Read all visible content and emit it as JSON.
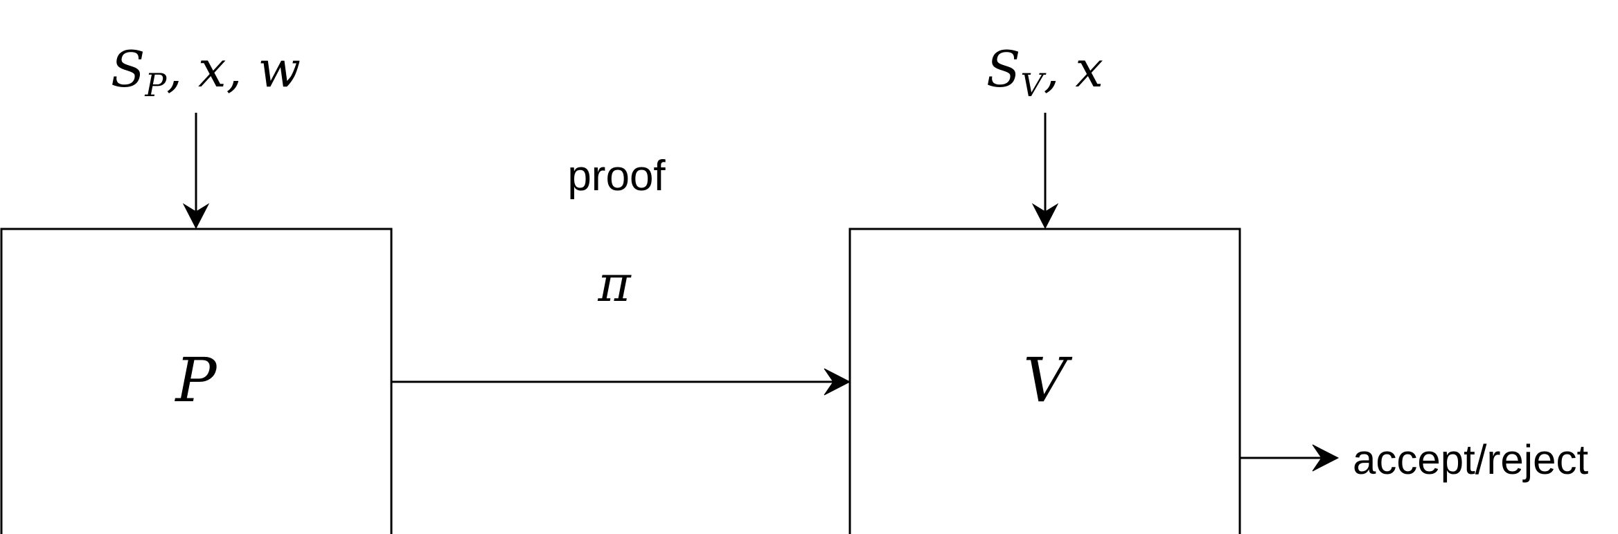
{
  "diagram": {
    "prover": {
      "label": "P",
      "input": {
        "s": "S",
        "s_sub": "P",
        "rest": ", x, w"
      }
    },
    "verifier": {
      "label": "V",
      "input": {
        "s": "S",
        "s_sub": "V",
        "rest": ", x"
      }
    },
    "message": {
      "label": "proof",
      "symbol": "π"
    },
    "output": {
      "label": "accept/reject"
    },
    "colors": {
      "stroke": "#000000",
      "fill": "#ffffff"
    }
  }
}
